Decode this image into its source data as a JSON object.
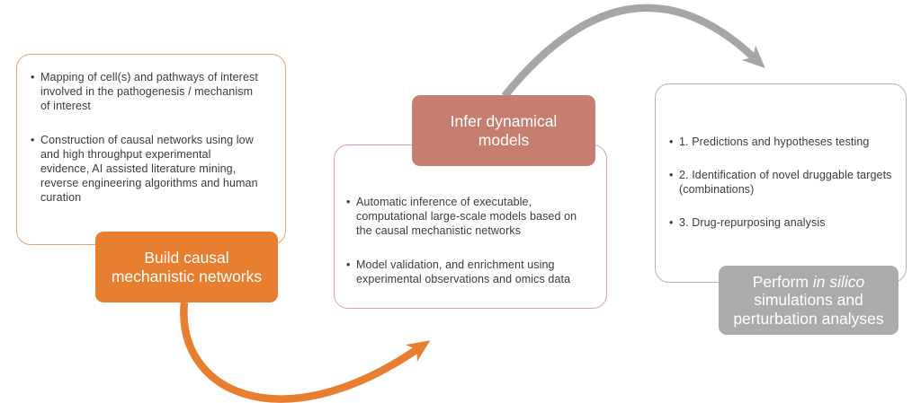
{
  "diagram_title": "",
  "text_color": "#3B3B3B",
  "background": "#FFFFFF",
  "ui": {
    "bullet_glyph": "•"
  },
  "stages": [
    {
      "name": "build-causal-mechanistic-networks",
      "label": "Build causal mechanistic networks",
      "colors": {
        "label_bg": "#E87E2F",
        "label_text": "#FFFFFF",
        "box_border": "#E8A272"
      },
      "bullets": [
        "Mapping of cell(s) and pathways of interest involved in the pathogenesis / mechanism of interest",
        "Construction of causal networks using low and high throughput experimental evidence, AI assisted literature mining, reverse engineering algorithms and human curation"
      ]
    },
    {
      "name": "infer-dynamical-models",
      "label": "Infer dynamical models",
      "colors": {
        "label_bg": "#C67F6F",
        "label_text": "#FFFFFF",
        "box_border": "#D8A89C"
      },
      "bullets": [
        "Automatic inference of executable, computational large-scale models based on the causal mechanistic networks",
        "Model validation, and enrichment using experimental observations and omics data"
      ]
    },
    {
      "name": "perform-in-silico-simulations",
      "label_parts": {
        "prefix": "Perform ",
        "italic": "in silico ",
        "suffix": "simulations and perturbation analyses"
      },
      "colors": {
        "label_bg": "#ABABAB",
        "label_text": "#FFFFFF",
        "box_border": "#B3B3B3"
      },
      "bullets": [
        "1. Predictions and hypotheses testing",
        "2. Identification of novel druggable targets (combinations)",
        "3. Drug-repurposing analysis"
      ]
    }
  ],
  "arrows": [
    {
      "name": "arrow-build-to-infer",
      "color": "#E87E2F",
      "from": "Build causal mechanistic networks",
      "to": "Infer dynamical models"
    },
    {
      "name": "arrow-infer-to-perform",
      "color": "#A6A6A6",
      "from": "Infer dynamical models",
      "to": "Perform in silico simulations and perturbation analyses"
    }
  ]
}
